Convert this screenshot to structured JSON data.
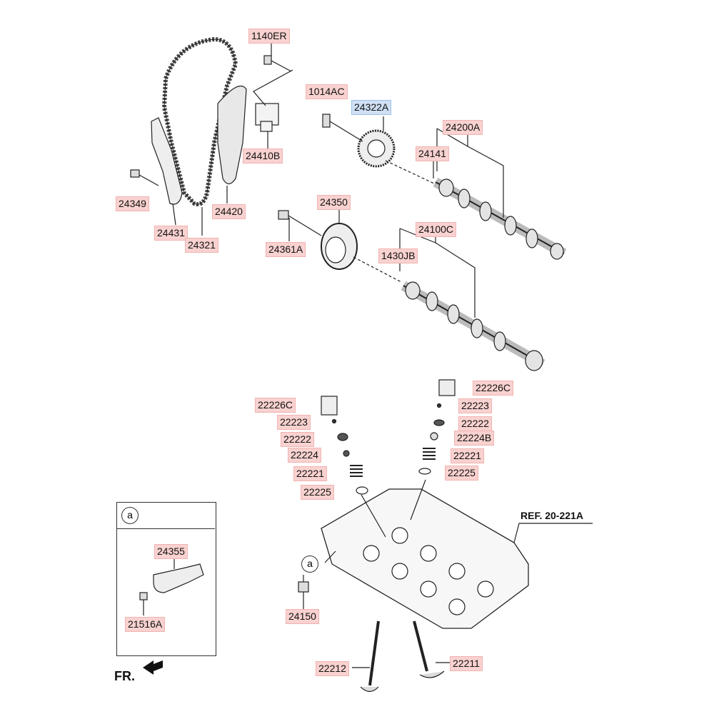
{
  "labels": {
    "p1140ER": "1140ER",
    "p1014AC": "1014AC",
    "p24322A": "24322A",
    "p24200A": "24200A",
    "p24141": "24141",
    "p24410B": "24410B",
    "p24349": "24349",
    "p24420": "24420",
    "p24431": "24431",
    "p24321": "24321",
    "p24350": "24350",
    "p24100C": "24100C",
    "p24361A": "24361A",
    "p1430JB": "1430JB",
    "p22226C_r": "22226C",
    "p22226C_l": "22226C",
    "p22223_r": "22223",
    "p22223_l": "22223",
    "p22222_r": "22222",
    "p22222_l": "22222",
    "p22224B": "22224B",
    "p22224": "22224",
    "p22221_r": "22221",
    "p22221_l": "22221",
    "p22225_r": "22225",
    "p22225_l": "22225",
    "p24355": "24355",
    "p21516A": "21516A",
    "p24150": "24150",
    "p22212": "22212",
    "p22211": "22211"
  },
  "ref_text": "REF. 20-221A",
  "fr_text": "FR.",
  "circle_a_inset": "a",
  "circle_a_head": "a",
  "highlight_color": "#cfe0f5",
  "label_color": "#f8d2d0",
  "icons": [
    "arrow-front-icon"
  ]
}
